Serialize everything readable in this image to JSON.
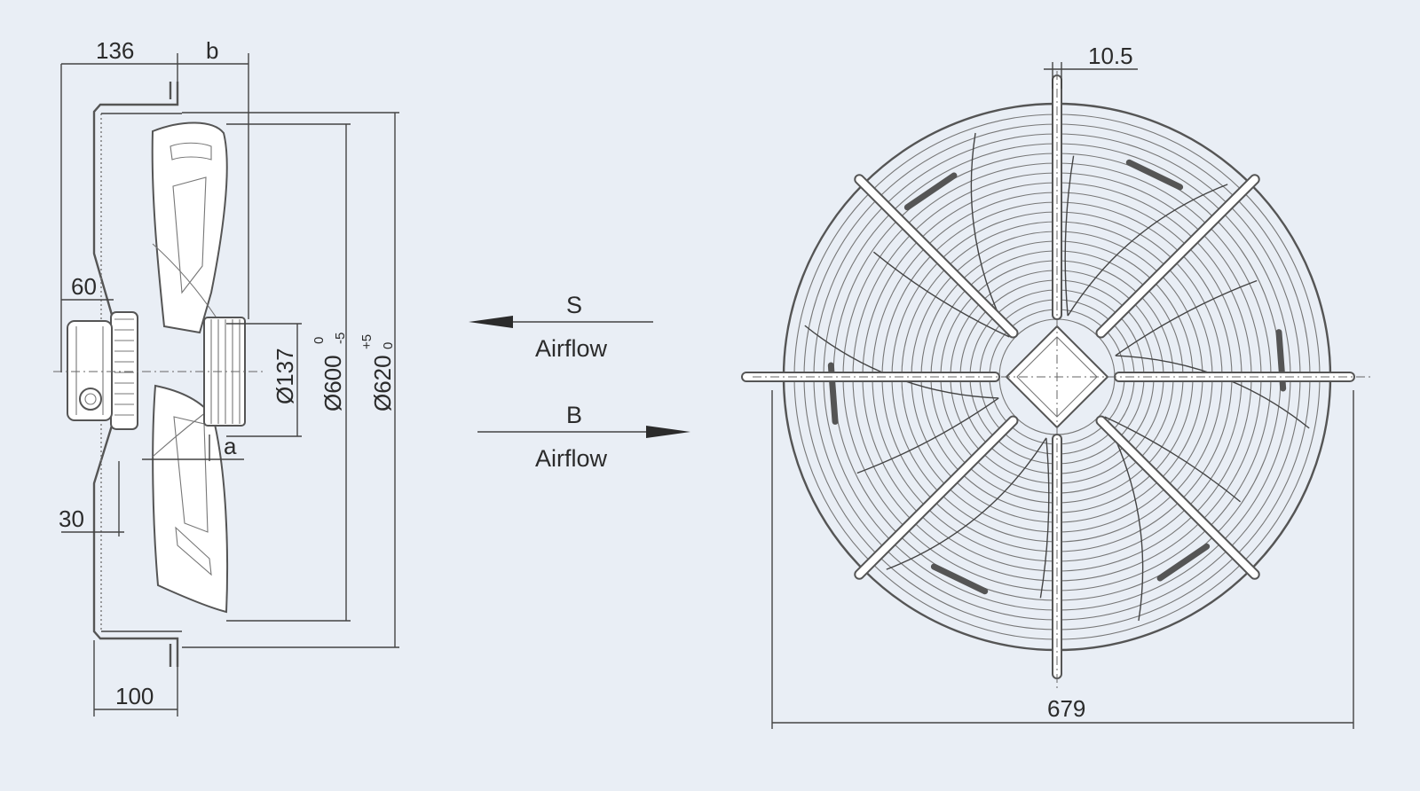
{
  "side_view": {
    "dim_136": "136",
    "dim_b": "b",
    "dim_60": "60",
    "dim_30": "30",
    "dim_100": "100",
    "dim_a": "a",
    "dia_137": "Ø137",
    "dia_600": "Ø600",
    "dia_600_tol_upper": "0",
    "dia_600_tol_lower": "-5",
    "dia_620": "Ø620",
    "dia_620_tol_upper": "+5",
    "dia_620_tol_lower": "0"
  },
  "airflow": {
    "s_label": "S",
    "s_caption": "Airflow",
    "b_label": "B",
    "b_caption": "Airflow"
  },
  "front_view": {
    "dim_top": "10.5",
    "dim_width": "679"
  },
  "colors": {
    "background": "#e9eef5",
    "line": "#444444"
  }
}
